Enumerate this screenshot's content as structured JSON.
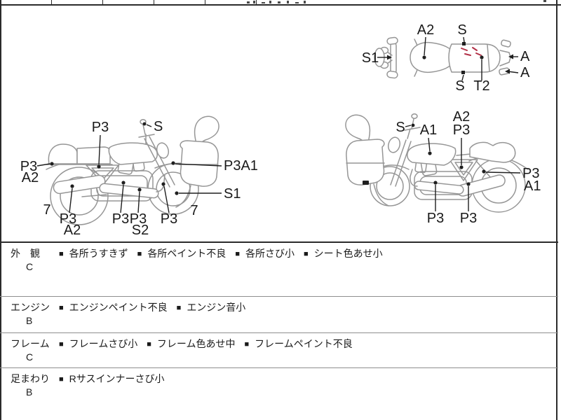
{
  "colors": {
    "line_art": "#969696",
    "label_text": "#1a1a1a",
    "scratch_mark": "#b23047",
    "border": "#2b2b2b"
  },
  "diagrams": {
    "top_view": {
      "labels": {
        "front_s1": "S1",
        "tank_a2": "A2",
        "step_top_s": "S",
        "step_bottom_s": "S",
        "seat_t2": "T2",
        "rear_a_upper": "A",
        "rear_a_lower": "A"
      }
    },
    "right_side_view": {
      "labels": {
        "subframe_p3": "P3",
        "mirror_s": "S",
        "rear_fender_p3": "P3",
        "rear_fender_a2": "A2",
        "rear_tire_7": "7",
        "muffler_p3": "P3",
        "muffler_a2": "A2",
        "engine_p3": "P3",
        "downtube_p3": "P3",
        "downtube_s2": "S2",
        "fork_p3": "P3",
        "front_tire_7": "7",
        "front_wheel_s1": "S1",
        "front_fender_p3a1": "P3A1"
      }
    },
    "left_side_view": {
      "labels": {
        "mirror_s": "S",
        "tank_a1": "A1",
        "frame_a2": "A2",
        "frame_p3": "P3",
        "rear_fender_p3": "P3",
        "rear_fender_a1": "A1",
        "engine_p3": "P3",
        "exhaust_p3": "P3"
      }
    }
  },
  "inspection": {
    "bullet": "■",
    "rows": [
      {
        "category": "外　観",
        "grade": "C",
        "items": [
          "各所うすきず",
          "各所ペイント不良",
          "各所さび小",
          "シート色あせ小"
        ]
      },
      {
        "category": "エンジン",
        "grade": "B",
        "items": [
          "エンジンペイント不良",
          "エンジン音小"
        ]
      },
      {
        "category": "フレーム",
        "grade": "C",
        "items": [
          "フレームさび小",
          "フレーム色あせ中",
          "フレームペイント不良"
        ]
      },
      {
        "category": "足まわり",
        "grade": "B",
        "items": [
          "Rサスインナーさび小"
        ]
      }
    ]
  }
}
